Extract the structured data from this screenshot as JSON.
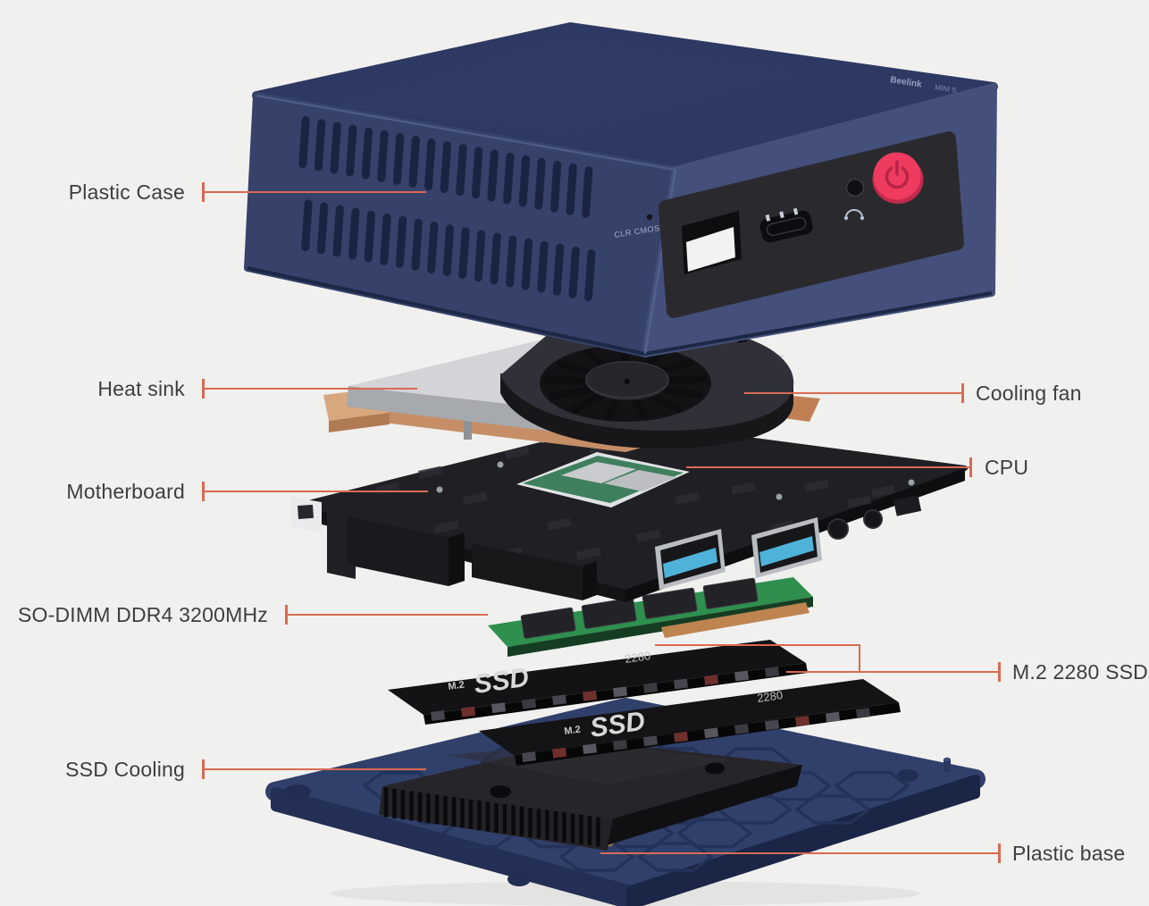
{
  "diagram": {
    "type": "exploded-view",
    "background_color": "#f0f0ee",
    "leader_line_color": "#d96a52",
    "label_color": "#3e3e3e",
    "callouts": {
      "plastic_case": "Plastic Case",
      "heat_sink": "Heat sink",
      "cooling_fan": "Cooling fan",
      "motherboard": "Motherboard",
      "cpu": "CPU",
      "so_dimm": "SO-DIMM DDR4 3200MHz",
      "m2_ssd": "M.2 2280 SSD",
      "ssd_cooling": "SSD Cooling",
      "plastic_base": "Plastic base"
    },
    "device_markings": {
      "clr_cmos": "CLR CMOS",
      "logo_brand": "Beelink",
      "logo_model": "MINI S",
      "ssd_top": {
        "m2": "M.2",
        "name": "SSD",
        "size": "2280"
      },
      "ssd_bottom": {
        "m2": "M.2",
        "name": "SSD",
        "size": "2280"
      },
      "power_button_color": "#ee3b5f",
      "case_color": "#36426a"
    }
  }
}
